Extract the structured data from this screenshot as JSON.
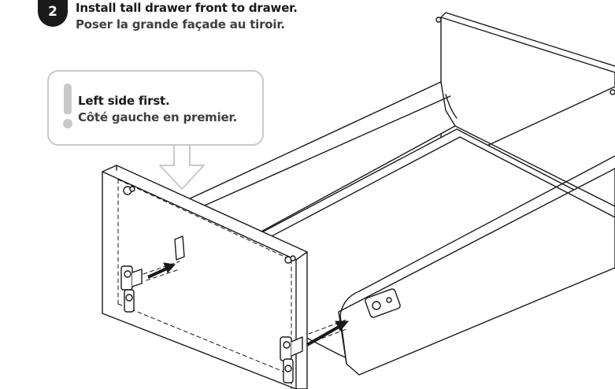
{
  "step": {
    "number": "2",
    "title_en": "Install tall drawer front to drawer.",
    "title_fr": "Poser la grande façade au tiroir."
  },
  "callout": {
    "icon": "exclamation-icon",
    "text_en": "Left side first.",
    "text_fr": "Côté gauche en premier.",
    "border_color": "#c9c9c9"
  },
  "illustration": {
    "subject": "drawer-front-mounting",
    "arrow_icon": "down-arrow-icon",
    "line_color": "#1a1a1a",
    "panel_color": "#ffffff"
  }
}
